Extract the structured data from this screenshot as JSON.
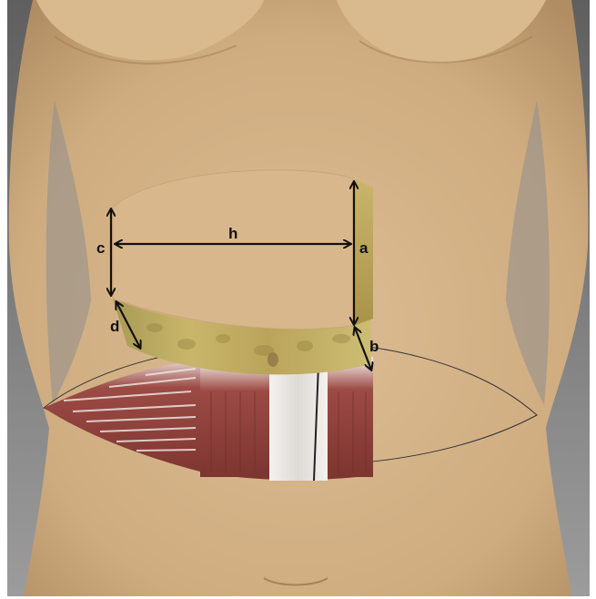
{
  "labels": {
    "h": "h",
    "a": "a",
    "b": "b",
    "c": "c",
    "d": "d"
  },
  "colors": {
    "background_top": "#5f5f5f",
    "background_bottom": "#9a9a9a",
    "skin": "#d7b48a",
    "skin_shadow": "#b8946a",
    "fat_layer": "#b9a45a",
    "muscle": "#8b3f3a",
    "fascia": "#e8e4df",
    "arrow": "#111111"
  }
}
